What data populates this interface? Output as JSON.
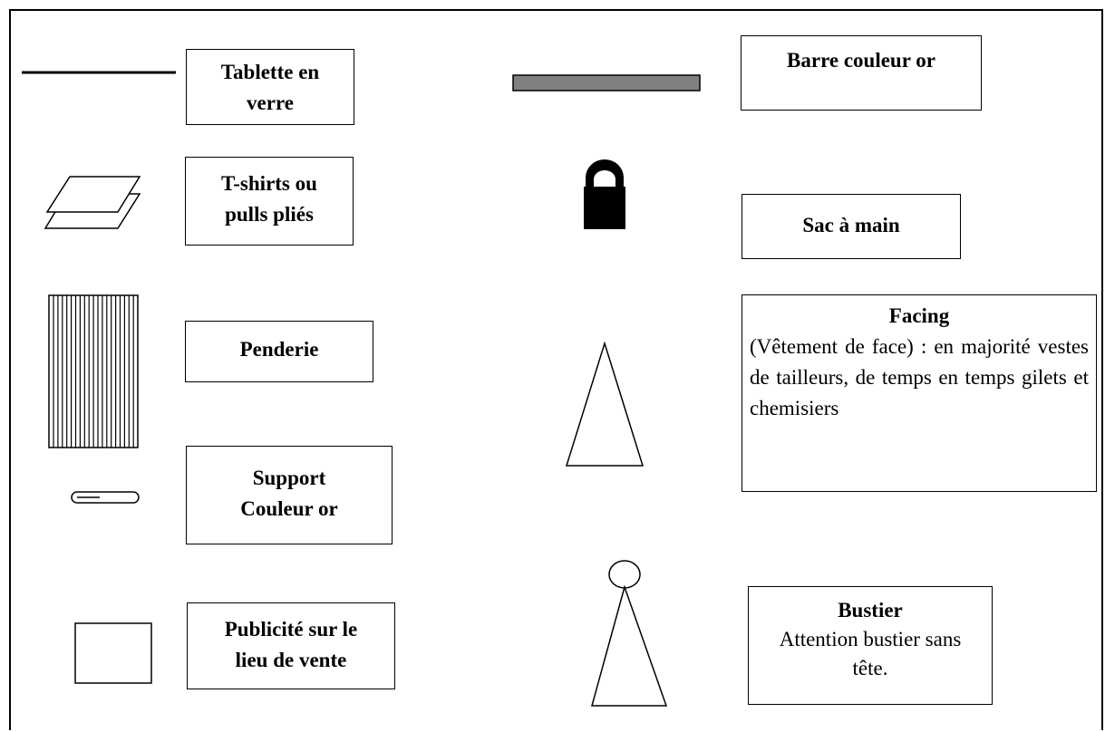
{
  "legend": {
    "tablette": {
      "l1": "Tablette en",
      "l2": "verre"
    },
    "tshirts": {
      "l1": "T-shirts ou",
      "l2": "pulls pliés"
    },
    "penderie": {
      "l1": "Penderie"
    },
    "support": {
      "l1": "Support",
      "l2": "Couleur or"
    },
    "plv": {
      "l1": "Publicité sur le",
      "l2": "lieu de vente"
    },
    "barre": {
      "l1": "Barre couleur or"
    },
    "sac": {
      "l1": "Sac à main"
    },
    "facing": {
      "title": "Facing",
      "desc": "(Vêtement de face) : en majorité vestes de tailleurs, de temps en temps gilets et chemisiers"
    },
    "bustier": {
      "title": "Bustier",
      "l2": "Attention bustier sans",
      "l3": "tête."
    }
  },
  "colors": {
    "bar_fill": "#808080",
    "stroke": "#000000"
  }
}
